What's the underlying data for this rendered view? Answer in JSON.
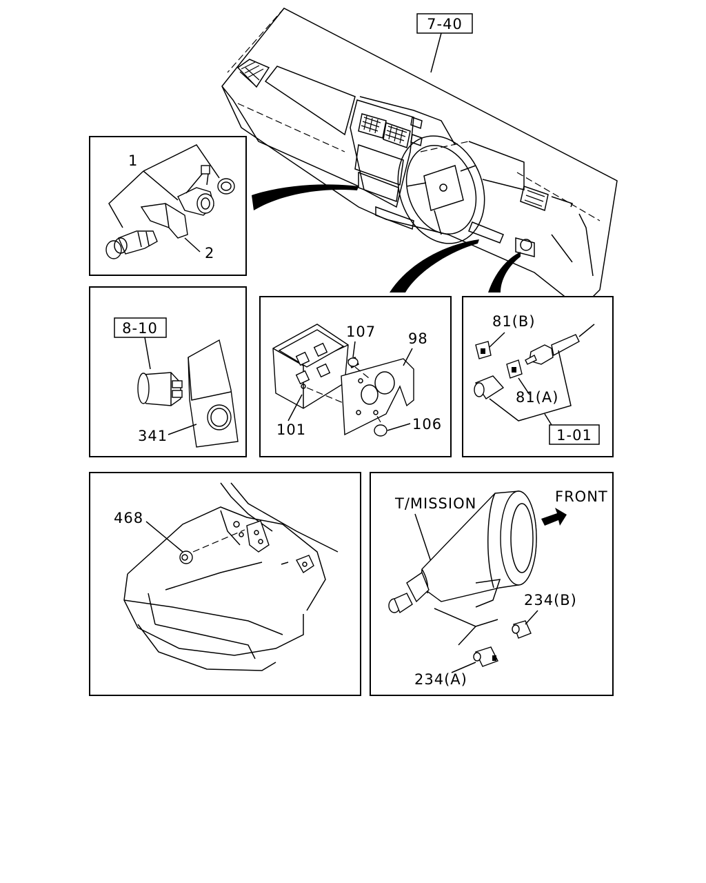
{
  "callouts": {
    "ref_7_40": "7-40",
    "p1": "1",
    "p2": "2",
    "ref_8_10": "8-10",
    "p341": "341",
    "p107": "107",
    "p98": "98",
    "p101": "101",
    "p106": "106",
    "p81b": "81(B)",
    "p81a": "81(A)",
    "ref_1_01": "1-01",
    "p468": "468",
    "tmission": "T/MISSION",
    "front": "FRONT",
    "p234b": "234(B)",
    "p234a": "234(A)"
  }
}
